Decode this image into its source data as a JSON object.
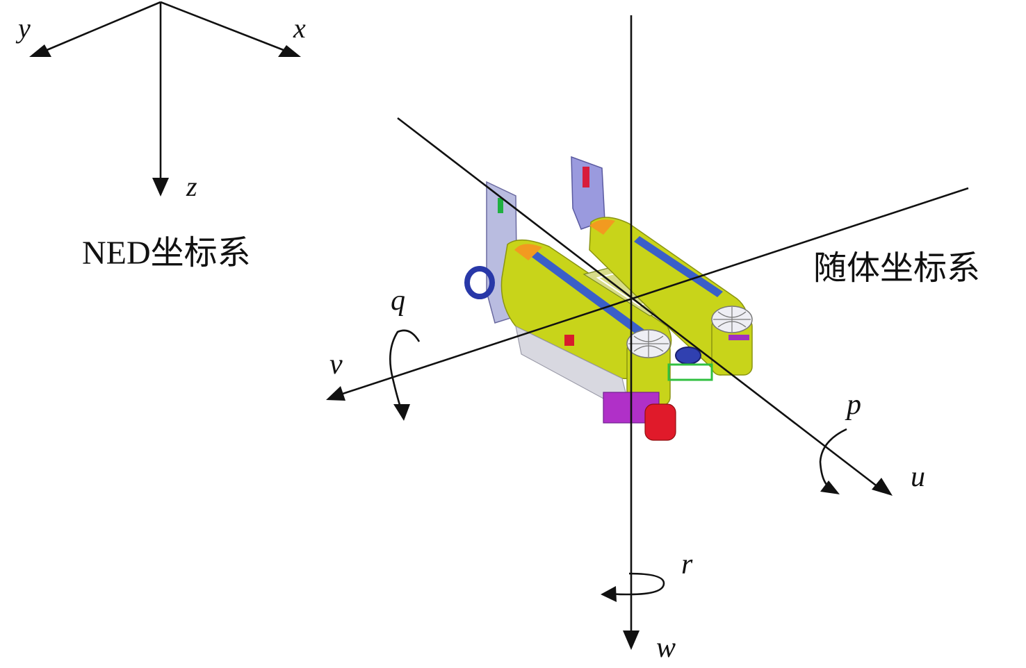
{
  "ned_frame": {
    "axis_labels": {
      "x": "x",
      "y": "y",
      "z": "z"
    },
    "caption": "NED坐标系"
  },
  "body_frame": {
    "caption": "随体坐标系",
    "linear_labels": {
      "u": "u",
      "v": "v",
      "w": "w"
    },
    "angular_labels": {
      "p": "p",
      "q": "q",
      "r": "r"
    }
  },
  "vehicle": {
    "hull_color": "#c8d41a",
    "stripe_color": "#3a5fc8",
    "fin_color": "#8a8ad0",
    "thruster_color": "#e8e8f0",
    "bottom_weight_color": "#e01a2a",
    "bottom_bar_color": "#b030c8"
  }
}
